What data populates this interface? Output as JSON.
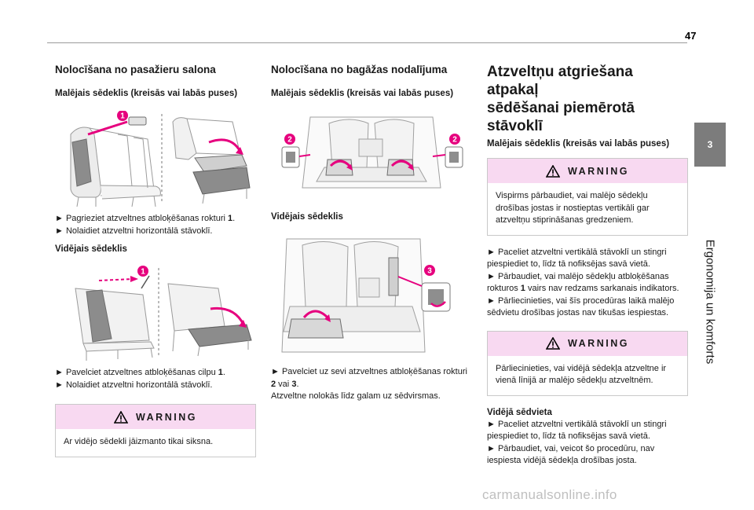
{
  "page": {
    "number": "47",
    "chapter_tab": "3",
    "chapter_title": "Ergonomija un komforts"
  },
  "col1": {
    "heading": "Nolocīšana no pasažieru salona",
    "sub1": "Malējais sēdeklis (kreisās vai labās puses)",
    "steps1": [
      "► Pagrieziet atzveltnes atbloķēšanas rokturi ",
      "1",
      ".",
      "► Nolaidiet atzveltni horizontālā stāvoklī."
    ],
    "sub2": "Vidējais sēdeklis",
    "steps2": [
      "► Pavelciet atzveltnes atbloķēšanas cilpu ",
      "1",
      ".",
      "► Nolaidiet atzveltni horizontālā stāvoklī."
    ],
    "warning_title": "WARNING",
    "warning_text": "Ar vidējo sēdekli jāizmanto tikai siksna."
  },
  "col2": {
    "heading": "Nolocīšana no bagāžas nodalījuma",
    "sub1": "Malējais sēdeklis (kreisās vai labās puses)",
    "sub2": "Vidējais sēdeklis",
    "text_a": "► Pavelciet uz sevi atzveltnes atbloķēšanas rokturi ",
    "text_n2": "2",
    "text_or": " vai ",
    "text_n3": "3",
    "text_b": ".",
    "text_c": "Atzveltne nolokās līdz galam uz sēdvirsmas."
  },
  "col3": {
    "heading_l1": "Atzveltņu atgriešana atpakaļ",
    "heading_l2": "sēdēšanai piemērotā",
    "heading_l3": "stāvoklī",
    "sub1": "Malējais sēdeklis (kreisās vai labās puses)",
    "warning1_title": "WARNING",
    "warning1_text": "Vispirms pārbaudiet, vai malējo sēdekļu drošības jostas ir nostieptas vertikāli gar atzveltņu stiprināšanas gredzeniem.",
    "p1": "► Paceliet atzveltni vertikālā stāvoklī un stingri piespiediet to, līdz tā nofiksējas savā vietā.",
    "p2a": "► Pārbaudiet, vai malējo sēdekļu atbloķēšanas rokturos ",
    "p2n": "1",
    "p2b": " vairs nav redzams sarkanais indikators.",
    "p3": "► Pārliecinieties, vai šīs procedūras laikā malējo sēdvietu drošības jostas nav tikušas iespiestas.",
    "warning2_title": "WARNING",
    "warning2_text": "Pārliecinieties, vai vidējā sēdekļa atzveltne ir vienā līnijā ar malējo sēdekļu atzveltnēm.",
    "sub2": "Vidējā sēdvieta",
    "p4": "► Paceliet atzveltni vertikālā stāvoklī un stingri piespiediet to, līdz tā nofiksējas savā vietā.",
    "p5": "► Pārbaudiet, vai, veicot šo procedūru, nav iespiesta vidējā sēdekļa drošības josta."
  },
  "footer": {
    "brand": "carmanualsonline.info"
  },
  "colors": {
    "accent": "#e6007e",
    "warning_bg": "#f8d9f1",
    "tab": "#7c7c7c"
  },
  "figure_labels": {
    "n1": "1",
    "n2": "2",
    "n3": "3"
  }
}
